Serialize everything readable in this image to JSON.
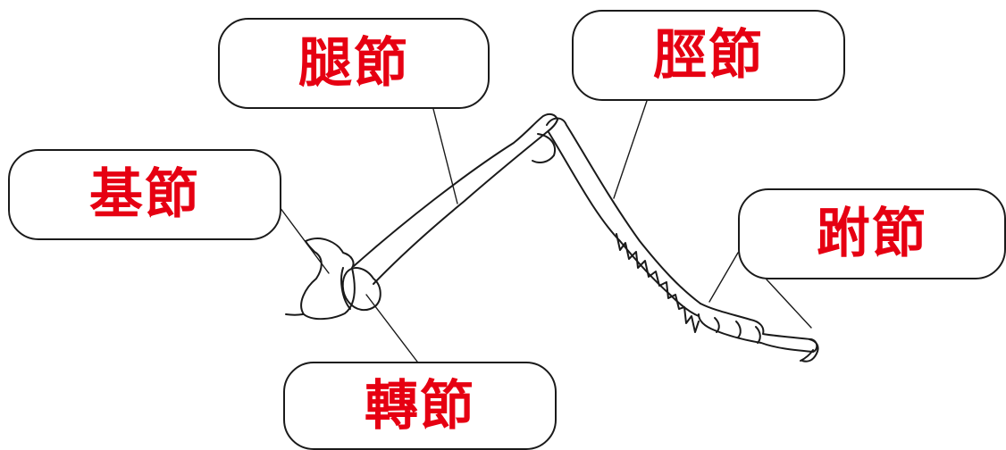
{
  "labels": {
    "coxa": "基節",
    "femur": "腿節",
    "tibia": "脛節",
    "tarsus": "跗節",
    "trochanter": "轉節"
  },
  "colors": {
    "label_text": "#e60012",
    "outline": "#1a1a1a",
    "background": "#ffffff"
  }
}
